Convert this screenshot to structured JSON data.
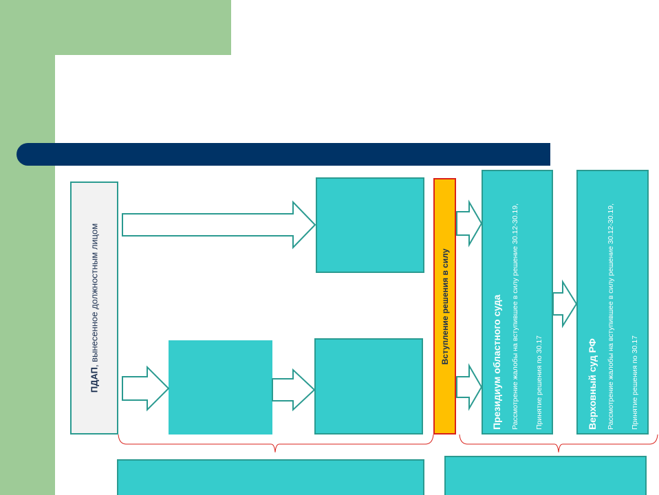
{
  "pdap": {
    "bold": "ПДАП",
    "rest": ", вынесенное должностным лицом"
  },
  "entry_into_force": "Вступление решения в силу",
  "presidium": {
    "title": "Президиум областного  суда",
    "description": "Рассмотрение жалобы на вступившее в силу решение 30.12-30.19,",
    "decision": "Принятие решения по  30.17"
  },
  "supreme": {
    "title": "Верховный суд РФ",
    "description": "Рассмотрение жалобы на вступившее в силу решение 30.12-30.19,",
    "decision": "Принятие решения по  30.17"
  },
  "colors": {
    "green": "#9ecb97",
    "navy": "#003366",
    "teal": "#36cccc",
    "teal_border": "#2a9a90",
    "yellow": "#ffc000",
    "red": "#d9201a"
  }
}
